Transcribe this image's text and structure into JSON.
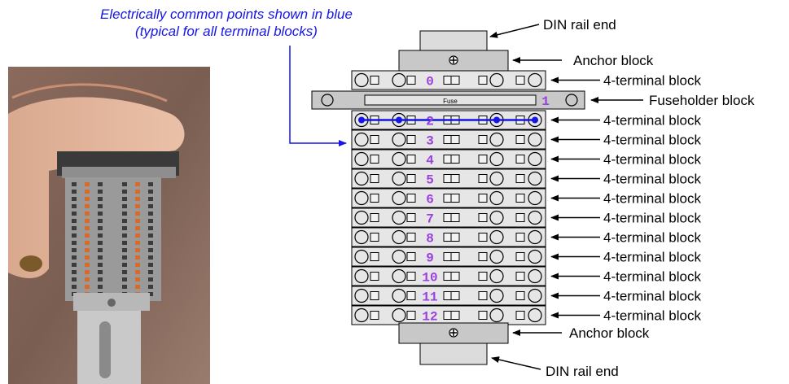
{
  "note": {
    "line1": "Electrically common points shown in blue",
    "line2": "(typical for all terminal blocks)"
  },
  "labels": {
    "din_rail_end_top": "DIN rail end",
    "anchor_block_top": "Anchor block",
    "fuseholder_block": "Fuseholder block",
    "anchor_block_bottom": "Anchor block",
    "din_rail_end_bottom": "DIN rail end",
    "fuse_text": "Fuse"
  },
  "blocks": [
    {
      "num": "0",
      "label": "4-terminal block"
    },
    {
      "num": "2",
      "label": "4-terminal block"
    },
    {
      "num": "3",
      "label": "4-terminal block"
    },
    {
      "num": "4",
      "label": "4-terminal block"
    },
    {
      "num": "5",
      "label": "4-terminal block"
    },
    {
      "num": "6",
      "label": "4-terminal block"
    },
    {
      "num": "7",
      "label": "4-terminal block"
    },
    {
      "num": "8",
      "label": "4-terminal block"
    },
    {
      "num": "9",
      "label": "4-terminal block"
    },
    {
      "num": "10",
      "label": "4-terminal block"
    },
    {
      "num": "11",
      "label": "4-terminal block"
    },
    {
      "num": "12",
      "label": "4-terminal block"
    }
  ],
  "fuse_num": "1",
  "colors": {
    "common": "#1515e6",
    "number": "#9b3fe0",
    "block_fill": "#e6e6e6",
    "rail": "#dcdcdc",
    "anchor": "#c8c8c8"
  }
}
